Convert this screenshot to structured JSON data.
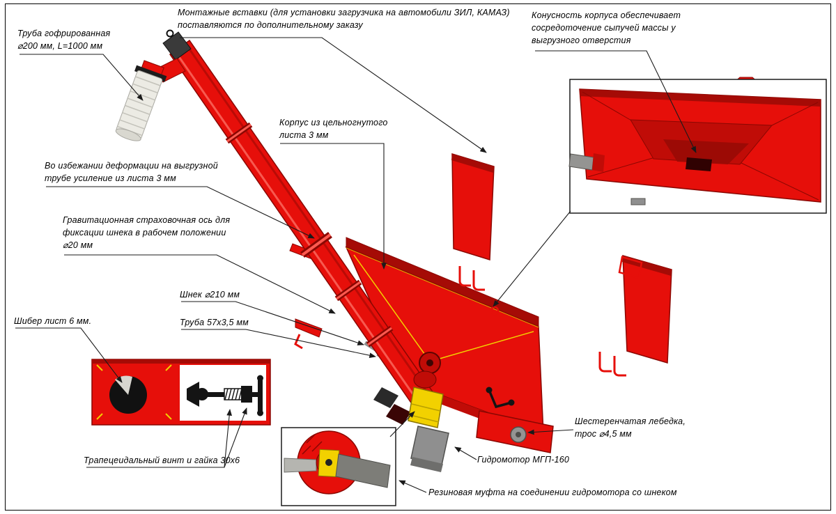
{
  "colors": {
    "machine_red": "#e60f0a",
    "machine_red_dark": "#8a0702",
    "machine_red_shade": "#a50b06",
    "machine_red_deep": "#c00c07",
    "accent_yellow": "#f2d100",
    "metal_grey": "#949492",
    "pipe_grey": "#ecebe4",
    "line_black": "#1a1a1a"
  },
  "labels": {
    "corrugated_pipe": "Труба гофрированная\n⌀200 мм, L=1000 мм",
    "mounting_inserts": "Монтажные вставки (для установки загрузчика на автомобили ЗИЛ, КАМАЗ)\nпоставляются по дополнительному заказу",
    "body_taper": "Конусность корпуса обеспечивает\nсосредоточение сыпучей массы у\nвыгрузного отверстия",
    "body_sheet": "Корпус из цельногнутого\nлиста 3 мм",
    "discharge_reinforcement": "Во избежании деформации на выгрузной\nтрубе усиление из листа 3 мм",
    "safety_axle": "Гравитационная страховочная ось для\nфиксации шнека в рабочем положении\n⌀20 мм",
    "auger": "Шнек ⌀210 мм",
    "tube_57": "Труба 57x3,5 мм",
    "gate": "Шибер лист 6 мм.",
    "trapezoidal_screw": "Трапецеидальный винт и гайка 30x6",
    "winch": "Шестеренчатая лебедка,\nтрос ⌀4,5 мм",
    "hydromotor": "Гидромотор МГП-160",
    "rubber_coupling": "Резиновая муфта на соединении гидромотора со шнеком"
  }
}
